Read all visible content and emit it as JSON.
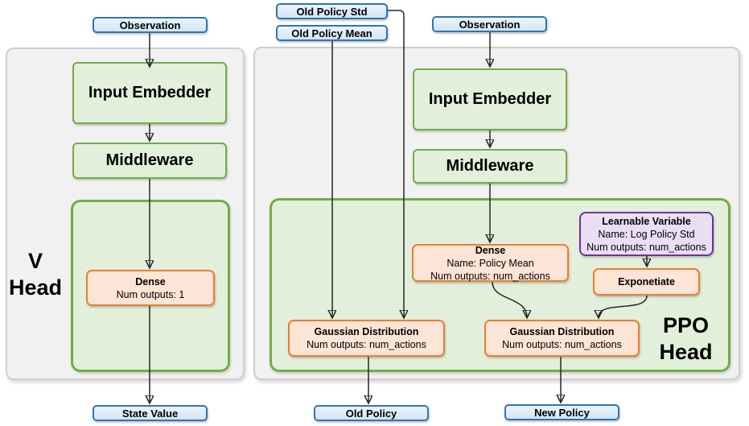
{
  "diagram": {
    "inputs": {
      "observation_left": "Observation",
      "old_policy_std": "Old Policy Std",
      "old_policy_mean": "Old Policy Mean",
      "observation_right": "Observation"
    },
    "v_head": {
      "label_line1": "V",
      "label_line2": "Head",
      "input_embedder": "Input Embedder",
      "middleware": "Middleware",
      "dense": {
        "title": "Dense",
        "line1": "Num outputs: 1"
      },
      "output": "State Value"
    },
    "ppo_head": {
      "label_line1": "PPO",
      "label_line2": "Head",
      "input_embedder": "Input Embedder",
      "middleware": "Middleware",
      "dense_policy_mean": {
        "title": "Dense",
        "line1": "Name: Policy Mean",
        "line2": "Num outputs: num_actions"
      },
      "learnable_variable": {
        "title": "Learnable Variable",
        "line1": "Name: Log Policy Std",
        "line2": "Num outputs: num_actions"
      },
      "exponetiate": "Exponetiate",
      "gaussian_old": {
        "title": "Gaussian Distribution",
        "line1": "Num outputs: num_actions"
      },
      "gaussian_new": {
        "title": "Gaussian Distribution",
        "line1": "Num outputs: num_actions"
      },
      "output_old": "Old Policy",
      "output_new": "New Policy"
    },
    "colors": {
      "blue_border": "#2e75b6",
      "blue_fill": "#dcebf8",
      "green_border": "#70ad47",
      "green_fill": "#e2efda",
      "orange_border": "#ed7d31",
      "orange_fill": "#fce4d6",
      "purple_border": "#7030a0",
      "purple_fill": "#e9def3",
      "panel_fill": "#f1f1f2",
      "connector": "#262626"
    }
  }
}
